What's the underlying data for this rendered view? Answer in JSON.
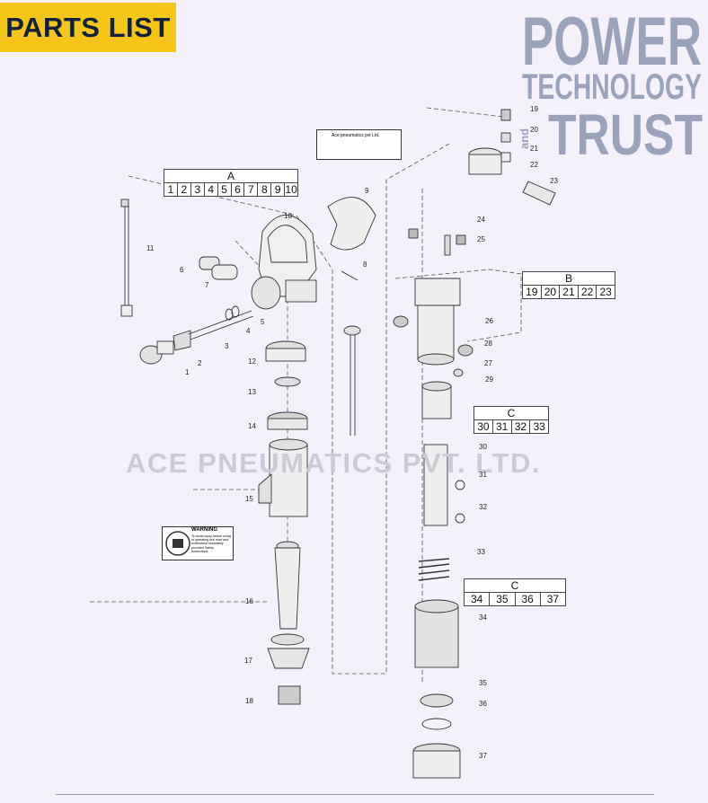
{
  "header": {
    "badge": "PARTS LIST"
  },
  "brand": {
    "line1": "POWER",
    "line2": "TECHNOLOGY",
    "line3_small": "and",
    "line3": "TRUST",
    "color": "#9aa3bb"
  },
  "watermark": "ACE PNEUMATICS PVT. LTD.",
  "nameplate": {
    "company": "Ace pneumatics pvt Ltd."
  },
  "warning_label": {
    "heading": "WARNING",
    "body": "To avoid injury before using or operating tool read and understand separately provided Safety Instructions"
  },
  "groups": {
    "A": {
      "title": "A",
      "items": [
        "1",
        "2",
        "3",
        "4",
        "5",
        "6",
        "7",
        "8",
        "9",
        "10"
      ]
    },
    "B": {
      "title": "B",
      "items": [
        "19",
        "20",
        "21",
        "22",
        "23"
      ]
    },
    "C1": {
      "title": "C",
      "items": [
        "30",
        "31",
        "32",
        "33"
      ]
    },
    "C2": {
      "title": "C",
      "items": [
        "34",
        "35",
        "36",
        "37"
      ]
    }
  },
  "part_labels": {
    "p1": "1",
    "p2": "2",
    "p3": "3",
    "p4": "4",
    "p5": "5",
    "p6": "6",
    "p7": "7",
    "p8": "8",
    "p9": "9",
    "p10": "10",
    "p11": "11",
    "p12": "12",
    "p13": "13",
    "p14": "14",
    "p15": "15",
    "p16": "16",
    "p17": "17",
    "p18": "18",
    "p19": "19",
    "p20": "20",
    "p21": "21",
    "p22": "22",
    "p23": "23",
    "p24": "24",
    "p25": "25",
    "p26": "26",
    "p27": "27",
    "p28": "28",
    "p29": "29",
    "p30": "30",
    "p31": "31",
    "p32": "32",
    "p33": "33",
    "p34": "34",
    "p35": "35",
    "p36": "36",
    "p37": "37"
  }
}
